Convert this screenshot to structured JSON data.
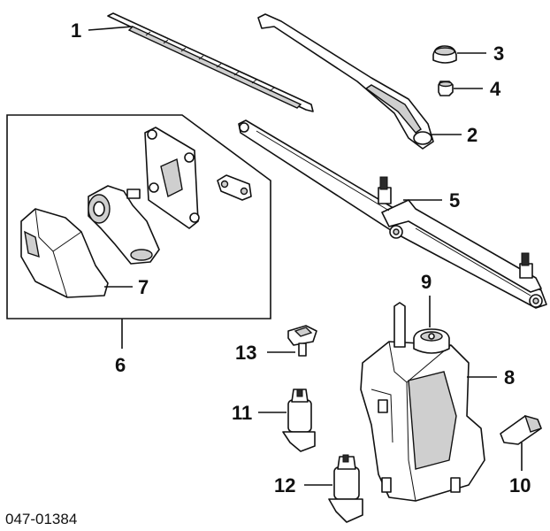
{
  "callouts": {
    "c1": "1",
    "c2": "2",
    "c3": "3",
    "c4": "4",
    "c5": "5",
    "c6": "6",
    "c7": "7",
    "c8": "8",
    "c9": "9",
    "c10": "10",
    "c11": "11",
    "c12": "12",
    "c13": "13"
  },
  "catalog_number": "047-01384"
}
